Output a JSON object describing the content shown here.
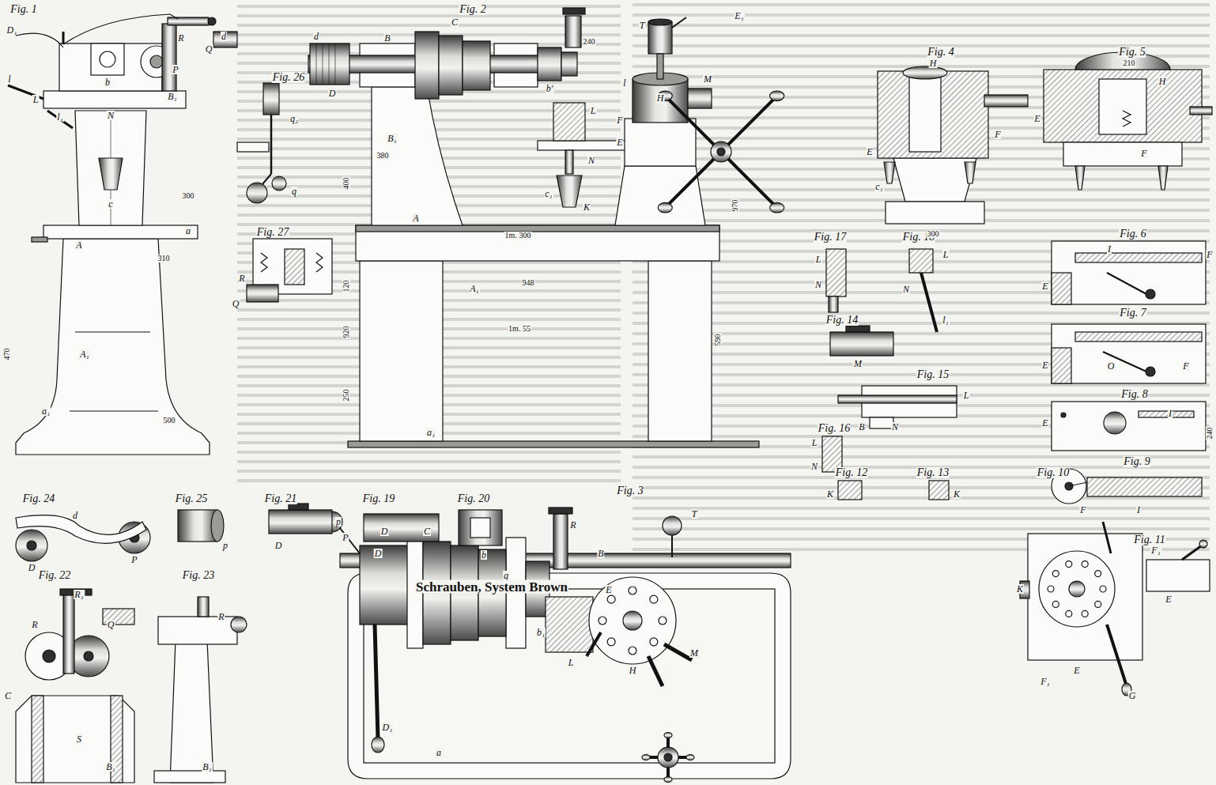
{
  "diagram": {
    "labels": [
      "Fig. 1",
      "Fig. 2",
      "Fig. 26",
      "Fig. 27",
      "Fig. 4",
      "Fig. 5",
      "Fig. 6",
      "Fig. 7",
      "Fig. 17",
      "Fig. 18",
      "Fig. 14",
      "Fig. 15",
      "Fig. 16",
      "Fig. 8",
      "Fig. 9",
      "Fig. 12",
      "Fig. 13",
      "Fig. 10",
      "Fig. 11",
      "Fig. 3",
      "Fig. 21",
      "Fig. 19",
      "Fig. 20",
      "Fig. 24",
      "Fig. 25",
      "Fig. 22",
      "Fig. 23",
      "240",
      "380",
      "300",
      "310",
      "500",
      "470",
      "400",
      "120",
      "920",
      "250",
      "1m. 300",
      "948",
      "1m. 55",
      "590",
      "970",
      "300",
      "210",
      "240",
      "A",
      "A₁",
      "a",
      "a₁",
      "B₁",
      "N",
      "L",
      "l",
      "l₁",
      "c",
      "P",
      "b",
      "R",
      "Q",
      "D₁",
      "d",
      "C",
      "B",
      "b'",
      "d",
      "D",
      "B₁",
      "A",
      "A₁",
      "a₁",
      "L",
      "N",
      "c₁",
      "T",
      "H",
      "E",
      "F",
      "M",
      "E₁",
      "K",
      "l",
      "P",
      "C",
      "D",
      "b₁",
      "D₁",
      "R",
      "q",
      "L",
      "B",
      "T",
      "H",
      "E",
      "M",
      "a",
      "H",
      "E",
      "F",
      "c₁",
      "H",
      "F",
      "E",
      "I",
      "F",
      "E",
      "O",
      "F",
      "E",
      "E",
      "I",
      "F",
      "I",
      "K",
      "G",
      "E",
      "F₁",
      "E",
      "F₁",
      "L",
      "N",
      "L",
      "N",
      "l₁",
      "M",
      "N",
      "L",
      "B",
      "L",
      "N",
      "K",
      "K",
      "D",
      "P",
      "d",
      "p",
      "D",
      "p",
      "D",
      "b",
      "R",
      "R₁",
      "S",
      "C",
      "B₁",
      "Q",
      "R",
      "B₁",
      "q",
      "q₂",
      "R",
      "Q",
      "Schrauben, System Brown"
    ]
  }
}
